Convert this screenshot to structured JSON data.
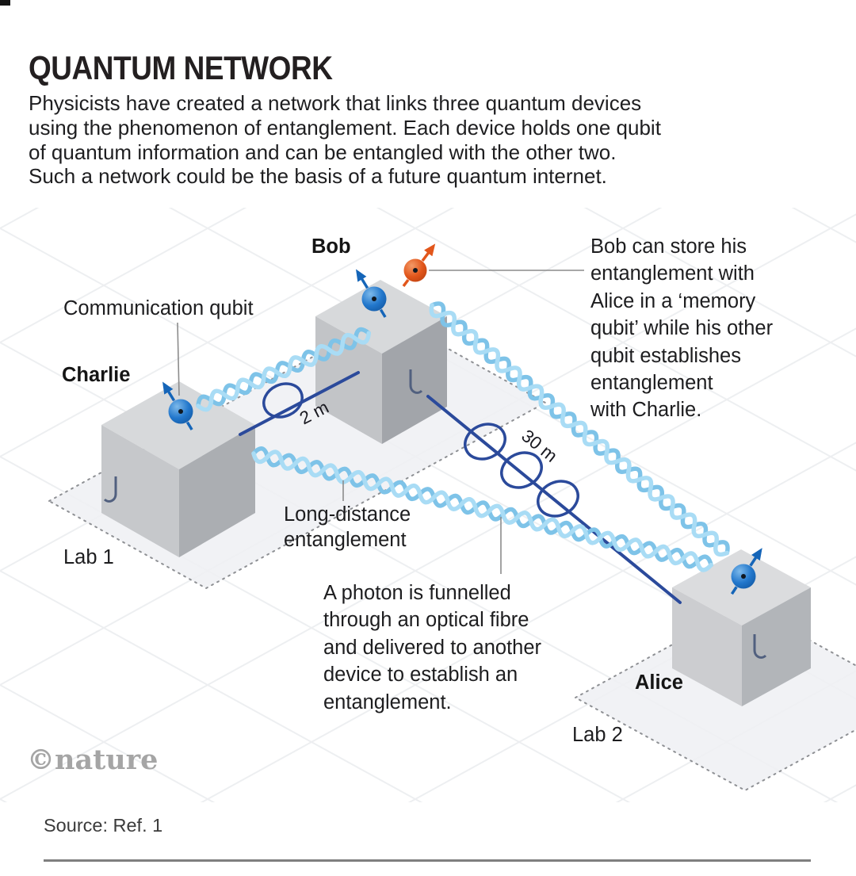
{
  "header": {
    "title": "QUANTUM NETWORK",
    "intro_lines": [
      "Physicists have created a network that links three quantum devices",
      "using the phenomenon of entanglement. Each device holds one qubit",
      "of quantum information and can be entangled with the other two.",
      "Such a network could be the basis of a future quantum internet."
    ]
  },
  "diagram": {
    "device_labels": {
      "bob": "Bob",
      "charlie": "Charlie",
      "alice": "Alice"
    },
    "labels": {
      "communication_qubit": "Communication qubit",
      "lab1": "Lab 1",
      "lab2": "Lab 2",
      "fibre_short": "2 m",
      "fibre_long": "30 m"
    },
    "long_distance_lines": [
      "Long-distance",
      "entanglement"
    ],
    "memory_note_lines": [
      "Bob can store his",
      "entanglement with",
      "Alice in a ‘memory",
      "qubit’ while his other",
      "qubit establishes",
      "entanglement",
      "with Charlie."
    ],
    "photon_note_lines": [
      "A photon is funnelled",
      "through an optical fibre",
      "and delivered to another",
      "device to establish an",
      "entanglement."
    ],
    "colors": {
      "qubit_blue": "#1d6ec2",
      "qubit_orange": "#e2561b",
      "fibre_blue": "#2b4a9b",
      "entanglement_light_blue": "#7ec3e8",
      "device_grey": "#c9cbce"
    }
  },
  "footer": {
    "credit": "©nature",
    "source": "Source: Ref. 1"
  }
}
